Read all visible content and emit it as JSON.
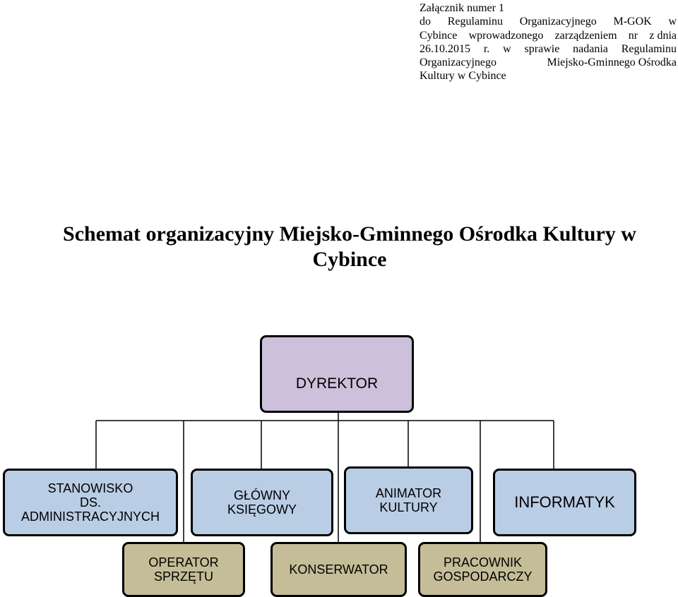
{
  "header_note": {
    "line1": "Załącznik numer 1",
    "line2": [
      "do",
      "Regulaminu",
      "Organizacyjnego",
      "M-GOK",
      "w"
    ],
    "line3": [
      "Cybince",
      "wprowadzonego",
      "zarządzeniem",
      "nr",
      "z dnia"
    ],
    "line4": [
      "26.10.2015",
      "r.",
      "w",
      "sprawie",
      "nadania",
      "Regulaminu"
    ],
    "line5": [
      "Organizacyjnego",
      "Miejsko-Gminnego Ośrodka"
    ],
    "line6": "Kultury w Cybince"
  },
  "title": {
    "line1": "Schemat organizacyjny Miejsko-Gminnego Ośrodka Kultury w",
    "line2": "Cybince"
  },
  "director": "DYREKTOR",
  "staff": [
    {
      "lines": [
        "STANOWISKO",
        "DS.",
        "ADMINISTRACYJNYCH"
      ]
    },
    {
      "lines": [
        "GŁÓWNY",
        "KSIĘGOWY"
      ]
    },
    {
      "lines": [
        "ANIMATOR",
        "KULTURY"
      ]
    },
    {
      "lines": [
        "INFORMATYK"
      ]
    }
  ],
  "support": [
    {
      "lines": [
        "OPERATOR",
        "SPRZĘTU"
      ]
    },
    {
      "lines": [
        "KONSERWATOR"
      ]
    },
    {
      "lines": [
        "PRACOWNIK",
        "GOSPODARCZY"
      ]
    }
  ],
  "colors": {
    "director_fill": "#ccc0da",
    "staff_fill": "#b9cde5",
    "support_fill": "#c4bd97",
    "connector": "#000000"
  }
}
